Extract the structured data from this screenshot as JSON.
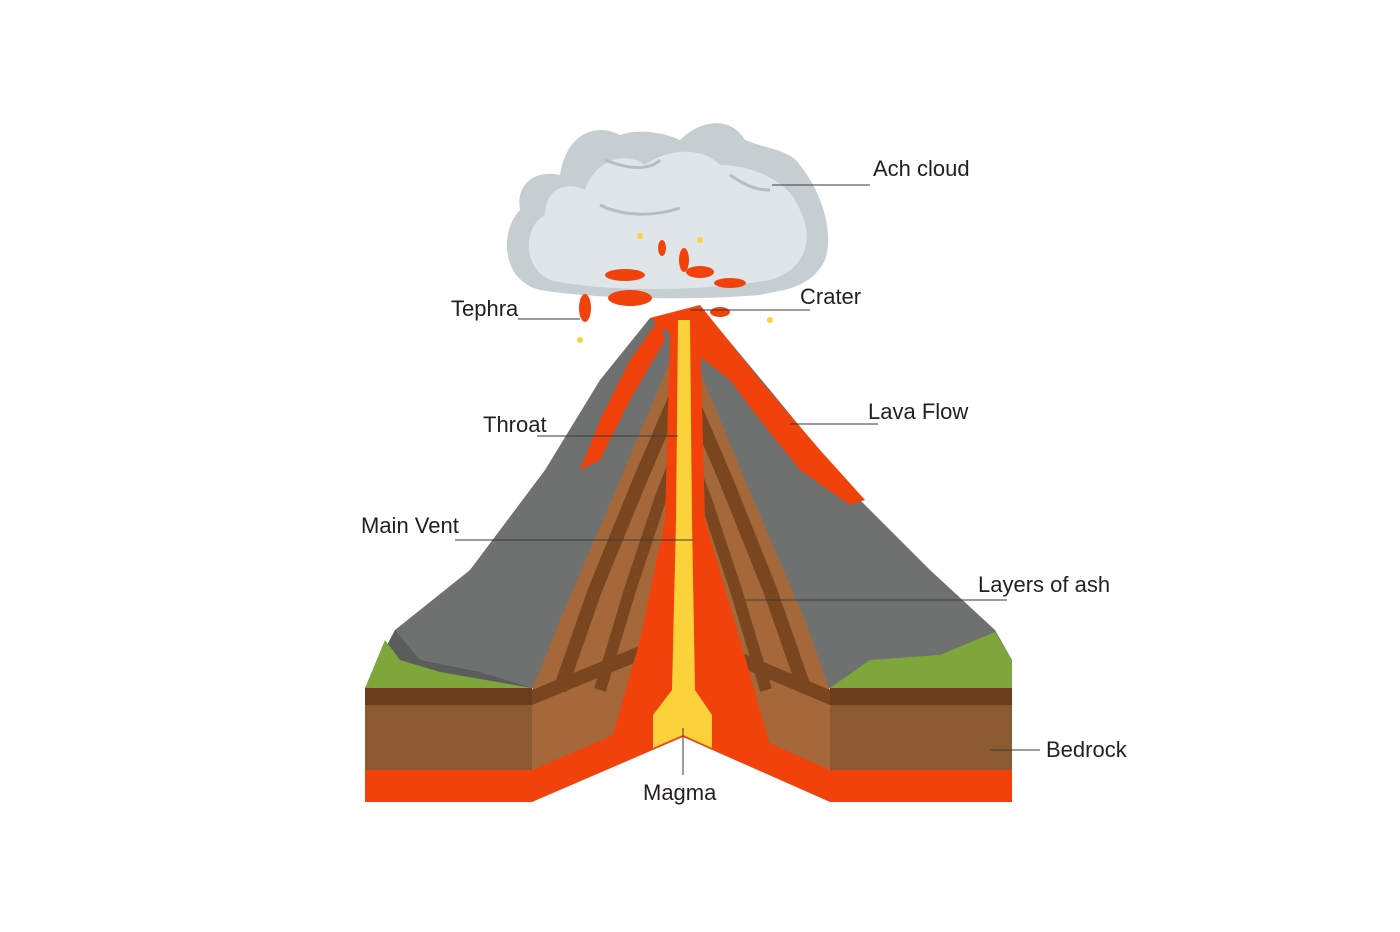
{
  "labels": {
    "ash_cloud": "Ach cloud",
    "tephra": "Tephra",
    "crater": "Crater",
    "throat": "Throat",
    "lava_flow": "Lava Flow",
    "main_vent": "Main Vent",
    "layers_of_ash": "Layers of ash",
    "bedrock": "Bedrock",
    "magma": "Magma"
  },
  "colors": {
    "rock": "#6e716f",
    "rock_dark": "#5a5d5b",
    "grass": "#7fa63a",
    "soil_dark": "#6b3d1c",
    "soil": "#8b5a30",
    "ash_layer": "#a5683a",
    "lava": "#f2420c",
    "magma_yellow": "#fbd23a",
    "cloud": "#dfe5e8",
    "cloud_shadow": "#c7ced2"
  }
}
